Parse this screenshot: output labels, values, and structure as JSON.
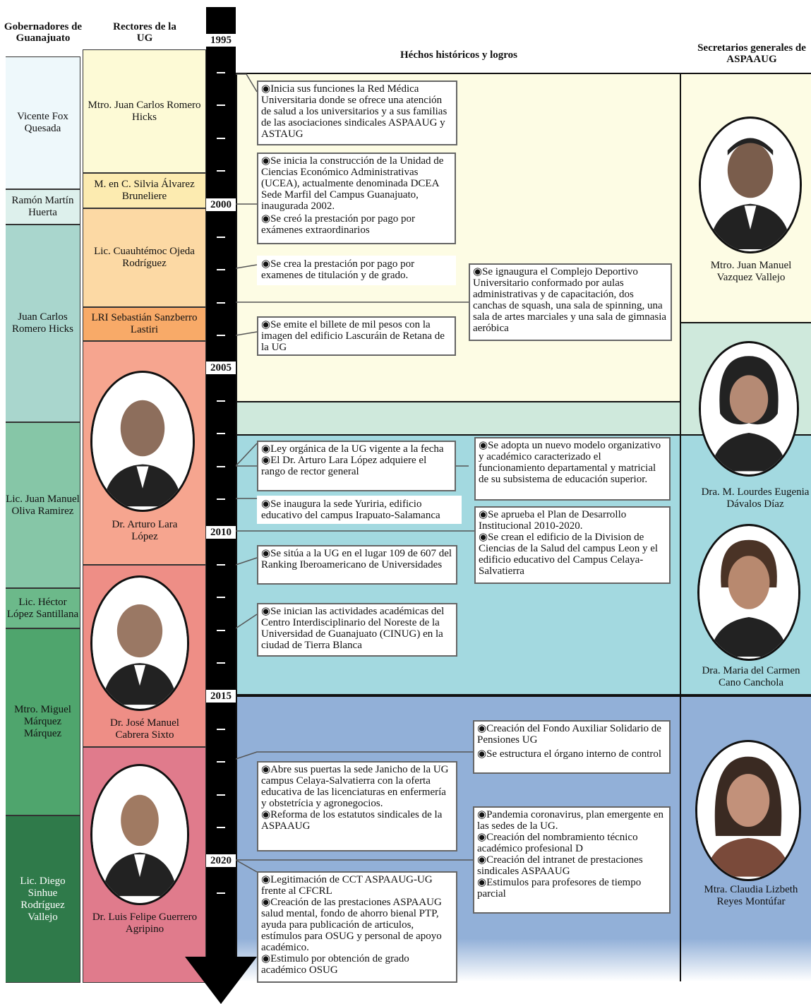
{
  "headers": {
    "governors": "Gobernadores de Guanajuato",
    "rectors": "Rectores de la UG",
    "events": "Héchos históricos y logros",
    "secretaries": "Secretarios generales de ASPAAUG"
  },
  "governors": [
    "Vicente Fox Quesada",
    "Ramón Martín Huerta",
    "Juan Carlos Romero Hicks",
    "Lic. Juan Manuel Oliva Ramirez",
    "Lic. Héctor López Santillana",
    "Mtro. Miguel Márquez Márquez",
    "Lic. Diego Sinhue Rodríguez Vallejo"
  ],
  "rectors": [
    "Mtro. Juan Carlos Romero Hicks",
    "M. en C. Silvia Álvarez Bruneliere",
    "Lic. Cuauhtémoc Ojeda Rodríguez",
    "LRI Sebastián Sanzberro Lastiri",
    "Dr. Arturo Lara López",
    "Dr. José Manuel Cabrera Sixto",
    "Dr. Luis Felipe Guerrero Agripino"
  ],
  "years": [
    "1995",
    "2000",
    "2005",
    "2010",
    "2015",
    "2020"
  ],
  "events": [
    [
      "◉Inicia sus funciones la Red Médica Universitaria donde se ofrece una atención de salud a los universitarios y a sus familias de las asociaciones sindicales ASPAAUG y ASTAUG"
    ],
    [
      "◉Se inicia la construcción de la Unidad de Ciencias Económico Administrativas (UCEA), actualmente denominada DCEA Sede Marfil del Campus Guanajuato, inaugurada 2002.",
      "◉Se creó la prestación por pago por exámenes extraordinarios"
    ],
    [
      "◉Se crea la prestación por  pago por examenes de titulación y de grado."
    ],
    [
      "◉Se ignaugura el Complejo Deportivo Universitario conformado por aulas administrativas y de capacitación, dos canchas de squash, una sala de spinning, una sala de artes marciales y una sala de gimnasia aeróbica"
    ],
    [
      "◉Se emite el billete de mil pesos con la imagen del edificio Lascuráin de Retana de la UG"
    ],
    [
      "◉Ley orgánica de la UG vigente a la fecha",
      "◉El Dr. Arturo Lara López adquiere el rango de rector general"
    ],
    [
      "◉Se adopta un nuevo modelo organizativo y académico caracterizado el funcionamiento departamental y matricial de su subsistema de educación superior."
    ],
    [
      "◉Se inaugura la sede Yuriria, edificio educativo del campus Irapuato-Salamanca"
    ],
    [
      "◉Se aprueba el Plan de Desarrollo Institucional 2010-2020.",
      "◉Se crean el edificio de la Division de Ciencias de la Salud del campus Leon y el edificio educativo del Campus Celaya-Salvatierra"
    ],
    [
      "◉Se sitúa a la UG en el lugar 109 de 607 del Ranking Iberoamericano de Universidades"
    ],
    [
      "◉Se inician las actividades académicas del Centro Interdisciplinario del Noreste de la Universidad de Guanajuato (CINUG) en la ciudad de Tierra Blanca"
    ],
    [
      "◉Creación del Fondo Auxiliar Solidario de Pensiones UG",
      "◉Se estructura el órgano interno de control"
    ],
    [
      "◉Abre sus puertas la sede Janicho de la UG campus Celaya-Salvatierra con la oferta educativa de las licenciaturas en enfermería y obstetrícia y agronegocios.",
      "◉Reforma de los estatutos sindicales de la ASPAAUG"
    ],
    [
      "◉Pandemia coronavirus, plan emergente en las sedes de la UG.",
      "◉Creación del nombramiento técnico académico profesional D",
      "◉Creación del intranet de prestaciones sindicales ASPAAUG",
      "◉Estimulos para profesores de tiempo parcial"
    ],
    [
      "◉Legitimación de CCT ASPAAUG-UG frente al CFCRL",
      "◉Creación de las prestaciones ASPAAUG salud mental, fondo de ahorro bienal PTP, ayuda para publicación de articulos, estímulos para OSUG y personal de apoyo académico.",
      "◉Estimulo por obtención de grado académico OSUG"
    ]
  ],
  "secretaries": [
    "Mtro. Juan Manuel Vazquez Vallejo",
    "Dra. M. Lourdes Eugenia Dávalos Díaz",
    "Dra. Maria del Carmen Cano Canchola",
    "Mtra. Claudia Lizbeth Reyes Montúfar"
  ],
  "colors": {
    "era1": "#fdfce4",
    "era2": "#cfe9dc",
    "era3": "#a3d9e0",
    "era4": "#92b0d8",
    "axis": "#000000"
  }
}
